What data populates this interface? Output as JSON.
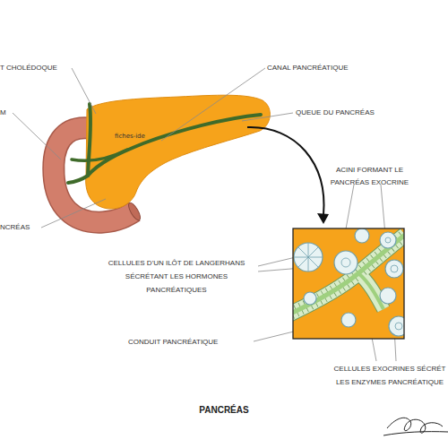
{
  "diagram": {
    "title": "PANCRÉAS",
    "labels": [
      "T CHOLÉDOQUE",
      "CANAL PANCRÉATIQUE",
      "QUEUE DU PANCRÉAS",
      "M",
      "fiches-ide",
      "NCRÉAS",
      "ACINI FORMANT LE PANCRÉAS EXOCRINE",
      "CELLULES D'UN ILÔT DE LANGERHANS SÉCRÉTANT LES HORMONES PANCRÉATIQUES",
      "CONDUIT PANCRÉATIQUE",
      "CELLULES EXOCRINES SÉCRÉT LES ENZYMES PANCRÉATIQUE"
    ]
  }
}
